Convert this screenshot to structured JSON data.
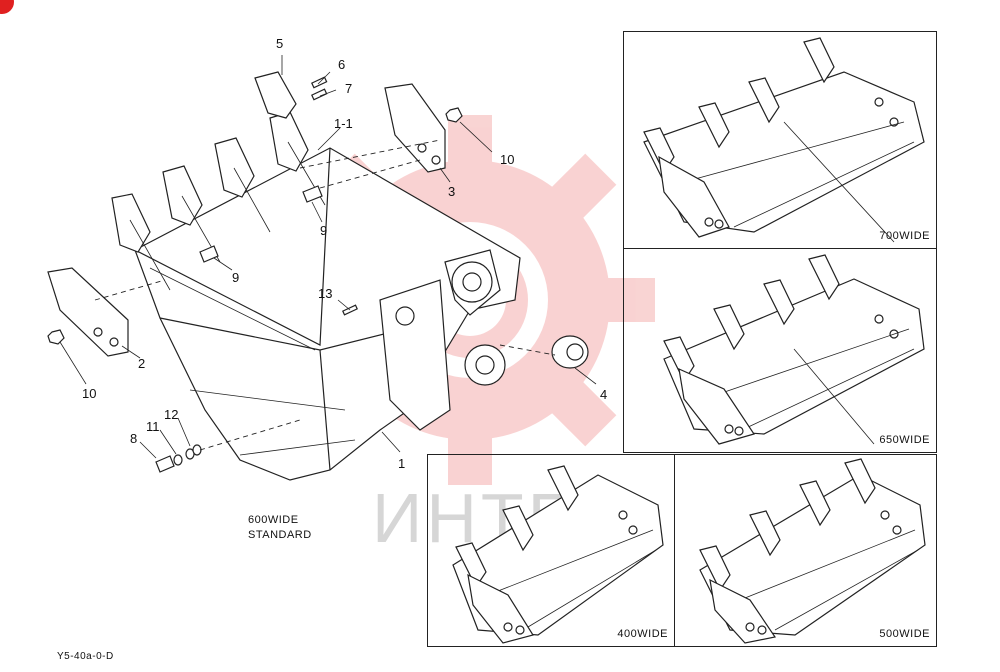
{
  "watermark": {
    "text": "ИНТЕХ",
    "color": "#e53935"
  },
  "callouts": [
    {
      "id": "5",
      "text": "5"
    },
    {
      "id": "6",
      "text": "6"
    },
    {
      "id": "7",
      "text": "7"
    },
    {
      "id": "1-1",
      "text": "1-1"
    },
    {
      "id": "10a",
      "text": "10"
    },
    {
      "id": "3",
      "text": "3"
    },
    {
      "id": "9a",
      "text": "9"
    },
    {
      "id": "9b",
      "text": "9"
    },
    {
      "id": "13",
      "text": "13"
    },
    {
      "id": "2",
      "text": "2"
    },
    {
      "id": "10b",
      "text": "10"
    },
    {
      "id": "4",
      "text": "4"
    },
    {
      "id": "12",
      "text": "12"
    },
    {
      "id": "11",
      "text": "11"
    },
    {
      "id": "8",
      "text": "8"
    },
    {
      "id": "1",
      "text": "1"
    }
  ],
  "main_caption": {
    "line1": "600WIDE",
    "line2": "STANDARD"
  },
  "panels": {
    "p700": "700WIDE",
    "p650": "650WIDE",
    "p400": "400WIDE",
    "p500": "500WIDE"
  },
  "drawing_code": "Y5-40a-0-D"
}
